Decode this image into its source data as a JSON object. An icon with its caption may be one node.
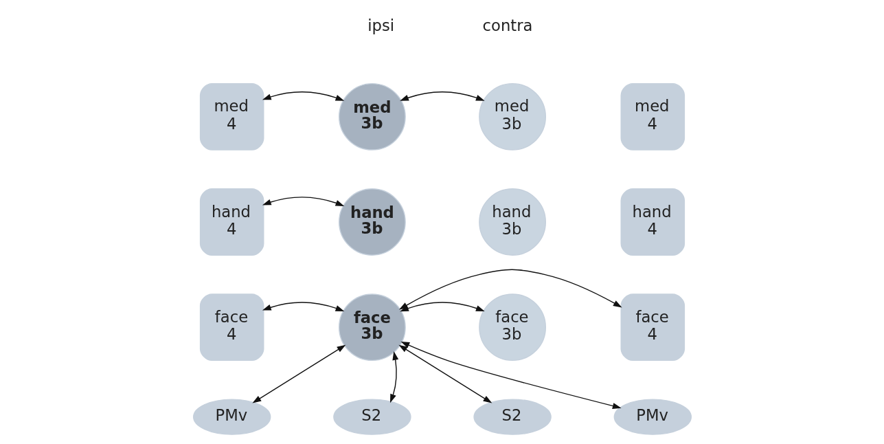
{
  "diagram": {
    "nodes": [
      {
        "text": [
          "med 4"
        ]
      },
      {
        "text": [
          "med 3b"
        ]
      },
      {
        "text": [
          "med 3b"
        ]
      },
      {
        "text": [
          "med 4"
        ]
      },
      {
        "text": [
          "hand 4"
        ]
      },
      {
        "text": [
          "hand 3b"
        ]
      },
      {
        "text": [
          "hand 3b"
        ]
      },
      {
        "text": [
          "hand 4"
        ]
      },
      {
        "text": [
          "face 4"
        ]
      },
      {
        "text": [
          "face 3b"
        ]
      },
      {
        "text": [
          "face 3b"
        ]
      },
      {
        "text": [
          "face 4"
        ]
      },
      {
        "text": [
          "PMv"
        ]
      },
      {
        "text": [
          "S2"
        ]
      },
      {
        "text": [
          "S2"
        ]
      },
      {
        "text": [
          "PMv"
        ]
      }
    ],
    "edges": [
      {
        "from": 0,
        "to": 1,
        "arrow": "both"
      },
      {
        "from": 1,
        "to": 2,
        "arrow": "both"
      },
      {
        "from": 4,
        "to": 5,
        "arrow": "both"
      },
      {
        "from": 8,
        "to": 9,
        "arrow": "both"
      },
      {
        "from": 9,
        "to": 10,
        "arrow": "both"
      },
      {
        "from": 9,
        "to": 11,
        "arrow": "both"
      },
      {
        "from": 9,
        "to": 12,
        "arrow": "both"
      },
      {
        "from": 9,
        "to": 13,
        "arrow": "both"
      },
      {
        "from": 9,
        "to": 14,
        "arrow": "both"
      },
      {
        "from": 9,
        "to": 15,
        "arrow": "both"
      }
    ],
    "labels": [
      "ipsi",
      "contra"
    ]
  }
}
